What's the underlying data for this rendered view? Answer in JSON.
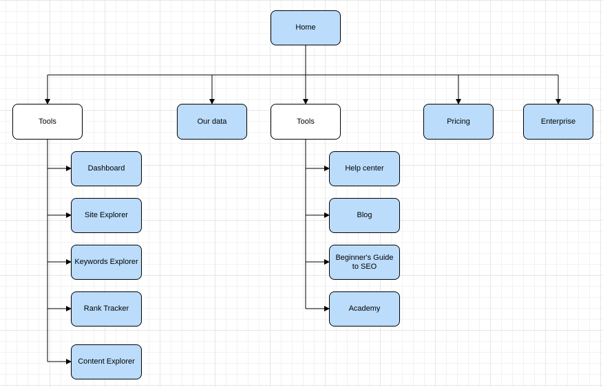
{
  "diagram": {
    "root": {
      "label": "Home"
    },
    "top_level": [
      {
        "label": "Tools"
      },
      {
        "label": "Our data"
      },
      {
        "label": "Tools"
      },
      {
        "label": "Pricing"
      },
      {
        "label": "Enterprise"
      }
    ],
    "tools_children_left": [
      {
        "label": "Dashboard"
      },
      {
        "label": "Site Explorer"
      },
      {
        "label": "Keywords Explorer"
      },
      {
        "label": "Rank Tracker"
      },
      {
        "label": "Content Explorer"
      }
    ],
    "tools_children_right": [
      {
        "label": "Help center"
      },
      {
        "label": "Blog"
      },
      {
        "label": "Beginner's Guide to SEO"
      },
      {
        "label": "Academy"
      }
    ],
    "colors": {
      "blue_fill": "#bbdcfb",
      "white_fill": "#ffffff",
      "stroke": "#000000"
    }
  }
}
